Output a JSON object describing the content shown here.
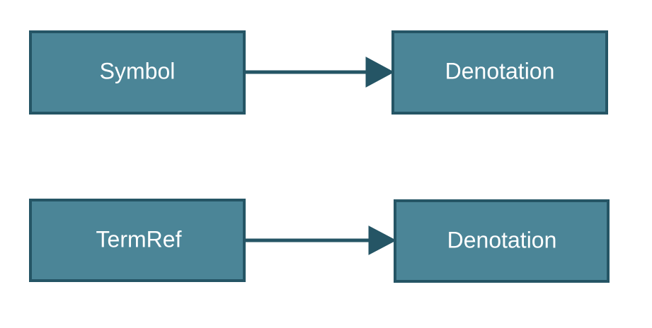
{
  "diagram": {
    "rows": [
      {
        "source": {
          "label": "Symbol"
        },
        "target": {
          "label": "Denotation"
        }
      },
      {
        "source": {
          "label": "TermRef"
        },
        "target": {
          "label": "Denotation"
        }
      }
    ],
    "colors": {
      "node_fill": "#4b8597",
      "node_border": "#255565",
      "edge": "#255565",
      "label_text": "#ffffff",
      "background": "#ffffff"
    }
  }
}
